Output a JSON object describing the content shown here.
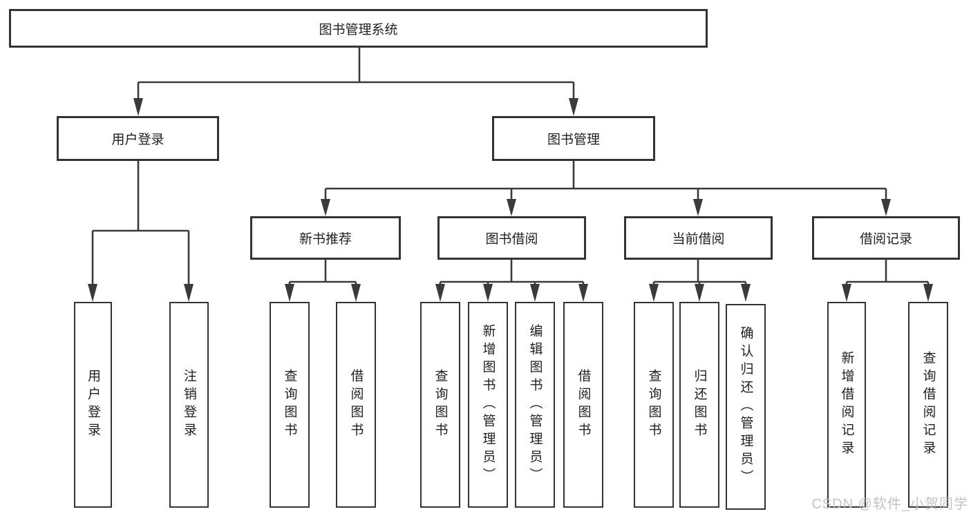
{
  "colors": {
    "line": "#3a3a3a",
    "box_border": "#333333",
    "text": "#1f1f1f",
    "watermark": "#bebebe",
    "background": "#ffffff"
  },
  "diagram": {
    "root": {
      "label": "图书管理系统"
    },
    "level2": [
      {
        "label": "用户登录"
      },
      {
        "label": "图书管理"
      }
    ],
    "level3": [
      {
        "label": "新书推荐"
      },
      {
        "label": "图书借阅"
      },
      {
        "label": "当前借阅"
      },
      {
        "label": "借阅记录"
      }
    ],
    "leaves": {
      "user_login": [
        "用户登录",
        "注销登录"
      ],
      "new_book_recommend": [
        "查询图书",
        "借阅图书"
      ],
      "book_borrow": [
        "查询图书",
        "新增图书（管理员）",
        "编辑图书（管理员）",
        "借阅图书"
      ],
      "current_borrow": [
        "查询图书",
        "归还图书",
        "确认归还（管理员）"
      ],
      "borrow_record": [
        "新增借阅记录",
        "查询借阅记录"
      ]
    },
    "watermark": "CSDN @软件_小贺同学"
  }
}
